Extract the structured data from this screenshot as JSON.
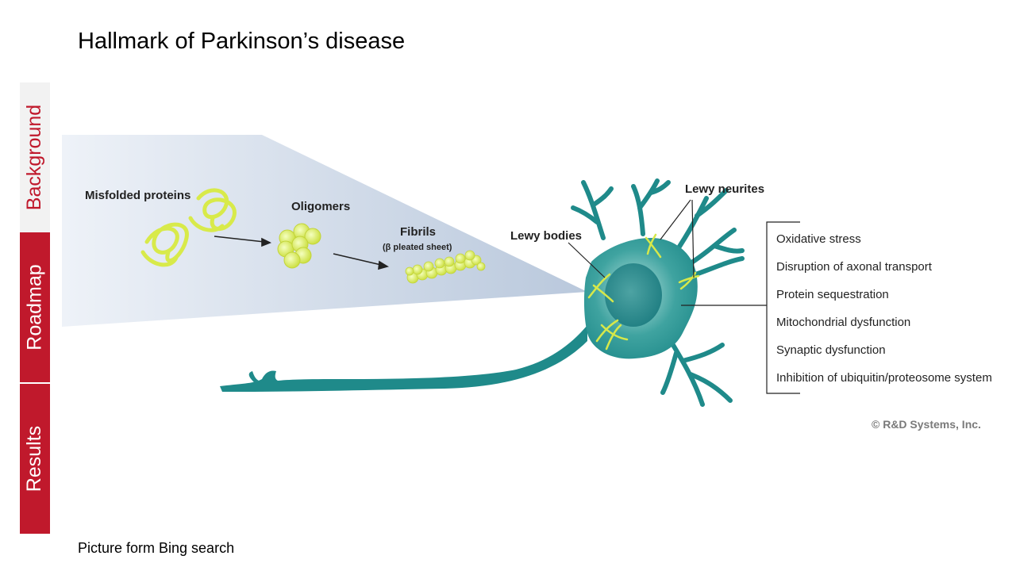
{
  "slide": {
    "title": "Hallmark of Parkinson’s disease",
    "caption": "Picture form Bing search"
  },
  "nav_tabs": [
    {
      "label": "Background",
      "active": false
    },
    {
      "label": "Roadmap",
      "active": true
    },
    {
      "label": "Results",
      "active": true
    }
  ],
  "colors": {
    "accent": "#c0192c",
    "neuron": "#1f8a8a",
    "protein": "#d6e84a"
  },
  "diagram": {
    "stages": {
      "misfolded": "Misfolded proteins",
      "oligomers": "Oligomers",
      "fibrils": "Fibrils",
      "fibrils_sub": "(β pleated sheet)"
    },
    "neuron_labels": {
      "lewy_bodies": "Lewy bodies",
      "lewy_neurites": "Lewy neurites"
    },
    "consequences": [
      "Oxidative stress",
      "Disruption of axonal transport",
      "Protein sequestration",
      "Mitochondrial dysfunction",
      "Synaptic dysfunction",
      "Inhibition of ubiquitin/proteosome system"
    ],
    "copyright": "© R&D Systems, Inc."
  }
}
